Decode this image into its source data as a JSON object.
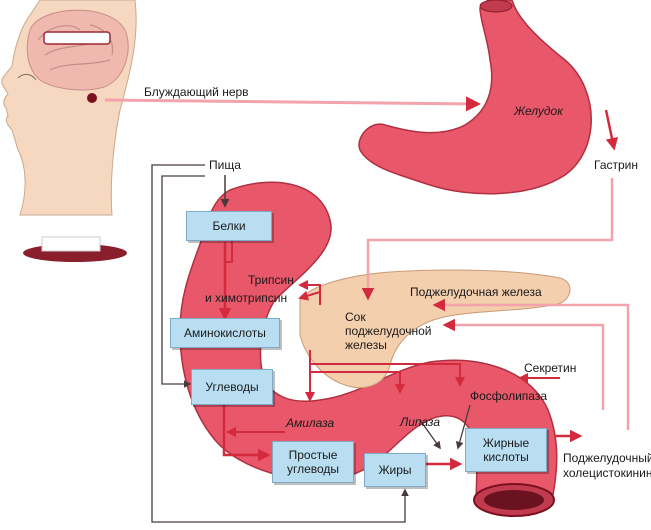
{
  "labels": {
    "vagus_nerve": "Блуждающий нерв",
    "stomach": "Желудок",
    "gastrin": "Гастрин",
    "food": "Пища",
    "trypsin": "Трипсин",
    "chymotrypsin": "и химотрипсин",
    "pancreas": "Поджелудочная железа",
    "juice_line1": "Сок",
    "juice_line2": "поджелудочной",
    "juice_line3": "железы",
    "secretin": "Секретин",
    "phospholipase": "Фосфолипаза",
    "amylase": "Амилаза",
    "lipase": "Липаза",
    "cck_line1": "Поджелудочный",
    "cck_line2": "холецистокинин"
  },
  "boxes": {
    "proteins": "Белки",
    "amino_acids": "Аминокислоты",
    "carbohydrates": "Углеводы",
    "simple_carbs_line1": "Простые",
    "simple_carbs_line2": "углеводы",
    "fats": "Жиры",
    "fatty_acids_line1": "Жирные",
    "fatty_acids_line2": "кислоты"
  },
  "colors": {
    "intestine": "#e8576a",
    "pancreas": "#f3cfae",
    "stomach": "#e8576a",
    "arrow_red": "#d42a3e",
    "arrow_pink": "#f2a3ac",
    "box": "#b9def2",
    "head": "#f6d7bf"
  }
}
